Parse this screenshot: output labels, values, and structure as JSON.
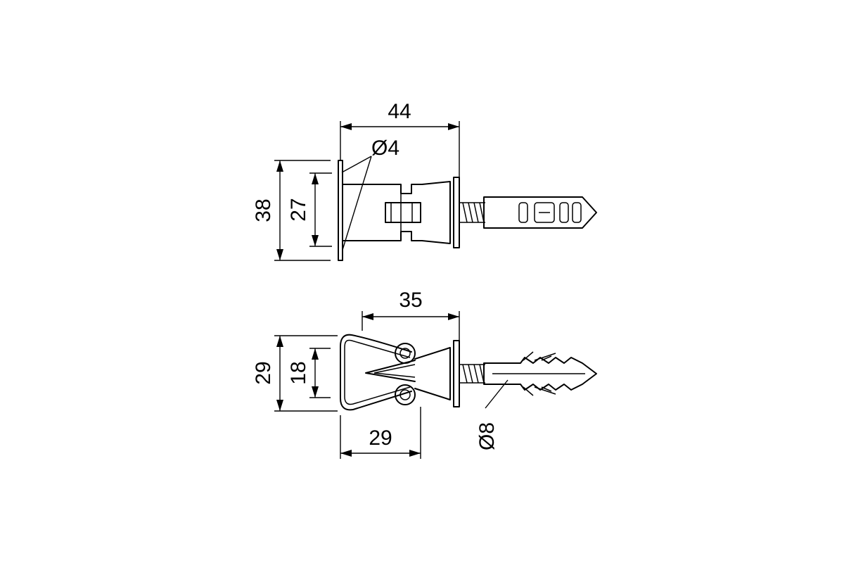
{
  "drawing": {
    "top_view": {
      "width_label": "44",
      "hole_label": "Ø4",
      "outer_height_label": "38",
      "inner_height_label": "27"
    },
    "side_view": {
      "overall_label": "35",
      "outer_height_label": "29",
      "inner_height_label": "18",
      "base_width_label": "29",
      "dowel_label": "Ø8"
    }
  }
}
